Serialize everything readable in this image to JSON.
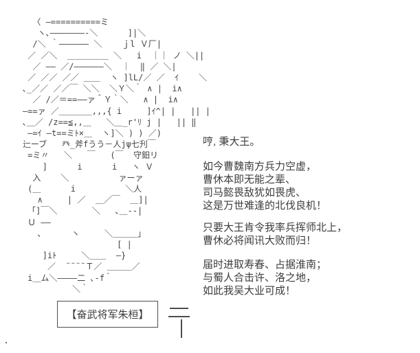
{
  "page": {
    "background_color": "#ffffff",
    "ink_color": "#3d3d3d"
  },
  "ascii_art": {
    "description": "ascii-art portrait of the character Zhu Huan",
    "lines": [
      "      〈 ―==========ミ",
      "       ヽ､―――――――-＼      ]|＼",
      "      /＼ ｀―――――― ＼    ｊl Ｖ厂|",
      "     ／ ／＼  ＿＿＿＿＿ ＼   i  ｜｜ ノ ＼||",
      "      ／ ―― ／/――――――＼  ｜  ‖ ／ ＼|",
      "     ／ ／／ ／／ ＿＿  ヽ ]lL/／ ／  ｲ    ＼",
      "    ､_／／ ／／￣ ＼＼  ＼Ｙ＼｀ ∧ |  i∧",
      "      ／ /／＝==――ァ＾Ｙ｀＼   ∧ |  i∧",
      "    ―==ァ ／＿＿＿＿,,,{ i     ]ｲ^| |   || |",
      "    ､＿／ /z==≦,,＿   ＼＿_r'ﾘ j |   || ‖",
      "     ―=ｲ ―t==ミﾄ×＿  ヽ]＼ ) ) ／)",
      "    辷ーブ   癶_斧fうう－人jψ七刋￣",
      "     =ミ〃   ＼   ￣   (￣  守鈤リ",
      "        ]      i      i   ヽ Ｖ",
      "      入    ＼          ァーァ",
      "     (＿      i          ＼人",
      "       ∧     | ／  ＿／￣  ＿]|",
      "     「]￣＼       ＼   ､＿--|",
      "     Ｕ ――",
      "       ､      ヽ     ＼＿＿＿」",
      "                       [ |",
      "        ]iﾄ     ＼＿＿  ―}",
      "         ／  ¨¨¨¨Ｔ／ ＿＿＿／",
      "     i＿ム＼――――二 ､-f｀",
      "              ＼｀"
    ],
    "name_plate": "【奋武将军朱桓】"
  },
  "dialogue": {
    "lines": [
      "哼, 秉大王。",
      "如今曹魏南方兵力空虚，",
      "曹休本即无能之辈、",
      "司马懿畏敌犹如畏虎、",
      "这是万世难逢的北伐良机！",
      "只要大王肯令我率兵挥师北上，",
      "曹休必将闻讯大败而归！",
      "届时进取寿春、占据淮南；",
      "与蜀人合击许、洛之地，",
      "如此我吴大业可成！"
    ]
  }
}
